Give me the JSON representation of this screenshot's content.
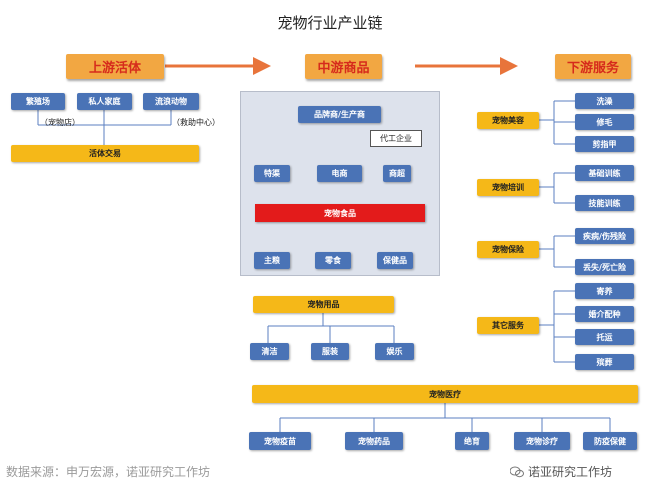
{
  "title": "宠物行业产业链",
  "upstream": {
    "header": "上游活体",
    "sources": [
      "繁殖场",
      "私人家庭",
      "流浪动物"
    ],
    "note_left": "（宠物店）",
    "note_right": "（救助中心）",
    "trade": "活体交易"
  },
  "midstream": {
    "header": "中游商品",
    "brand": "品牌商/生产商",
    "oem": "代工企业",
    "channels": [
      "特渠",
      "电商",
      "商超"
    ],
    "food": "宠物食品",
    "food_items": [
      "主粮",
      "零食",
      "保健品"
    ],
    "supplies": "宠物用品",
    "supply_items": [
      "清洁",
      "服装",
      "娱乐"
    ]
  },
  "downstream": {
    "header": "下游服务",
    "groups": [
      {
        "label": "宠物美容",
        "items": [
          "洗澡",
          "修毛",
          "剪指甲"
        ]
      },
      {
        "label": "宠物培训",
        "items": [
          "基础训练",
          "技能训练"
        ]
      },
      {
        "label": "宠物保险",
        "items": [
          "疾病/伤残险",
          "丢失/死亡险"
        ]
      },
      {
        "label": "其它服务",
        "items": [
          "寄养",
          "婚介配种",
          "托运",
          "殡葬"
        ]
      }
    ]
  },
  "medical": {
    "label": "宠物医疗",
    "items": [
      "宠物疫苗",
      "宠物药品",
      "绝育",
      "宠物诊疗",
      "防疫保健"
    ]
  },
  "footer": {
    "source": "数据来源：申万宏源，诺亚研究工作坊",
    "watermark": "诺亚研究工作坊"
  },
  "colors": {
    "header_fill": "#f2a742",
    "header_text": "#d62b1c",
    "blue_box": "#4a73b6",
    "yellow_box": "#f5b818",
    "red_box": "#e31b1b",
    "panel": "#dde2ec",
    "arrow": "#e8743b"
  }
}
